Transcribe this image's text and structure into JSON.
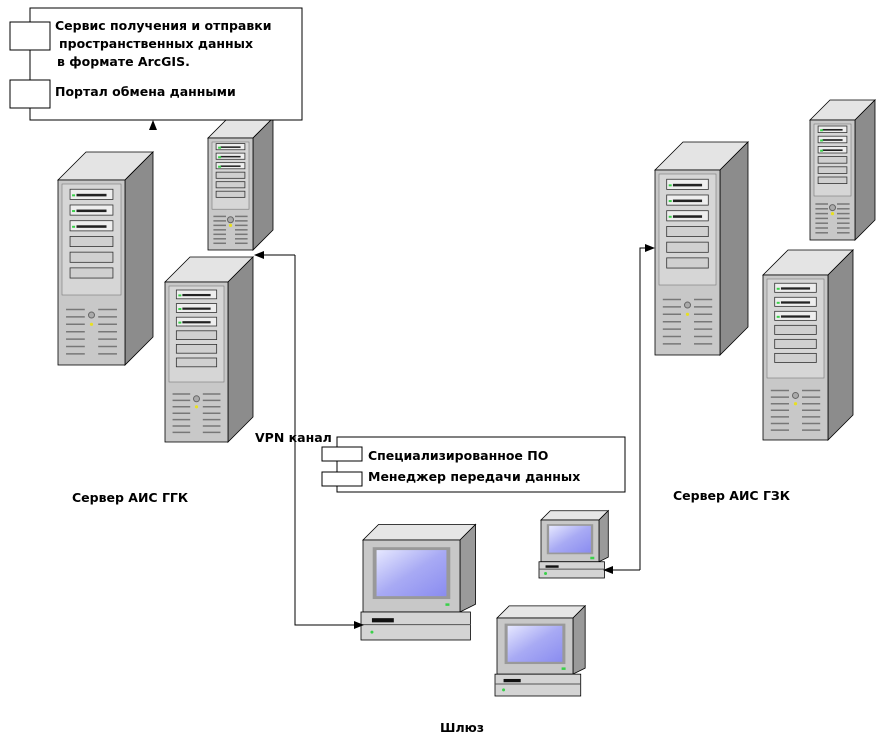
{
  "top_box": {
    "service_line1": "Сервис получения и отправки",
    "service_line2": "пространственных данных",
    "service_line3": "в формате ArcGIS.",
    "portal": "Портал обмена данными"
  },
  "middle_box": {
    "line1": "Специализированное ПО",
    "line2": "Менеджер передачи данных"
  },
  "labels": {
    "vpn": "VPN канал",
    "server_ggk": "Сервер АИС ГГК",
    "server_gzk": "Сервер АИС ГЗК",
    "gateway": "Шлюз"
  },
  "colors": {
    "server_front": "#c8c8c8",
    "server_side": "#8c8c8c",
    "screen": "#9a9cf0",
    "led_green": "#3ad04a",
    "led_yellow": "#e8e020"
  }
}
